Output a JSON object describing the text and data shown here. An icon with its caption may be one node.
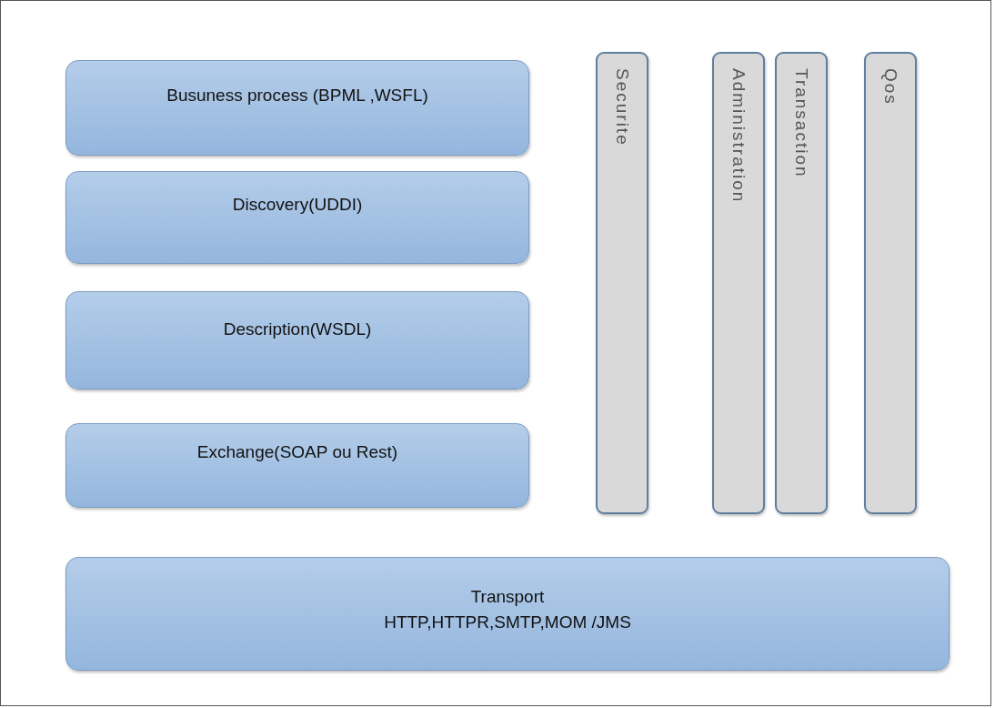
{
  "diagram": {
    "nodes": [
      {
        "text": [
          "Busuness process (BPML ,WSFL)"
        ]
      },
      {
        "text": [
          "Discovery(UDDI)"
        ]
      },
      {
        "text": [
          "Description(WSDL)"
        ]
      },
      {
        "text": [
          "Exchange(SOAP ou Rest)"
        ]
      },
      {
        "text": [
          "Securite"
        ]
      },
      {
        "text": [
          "Administration"
        ]
      },
      {
        "text": [
          "Transaction"
        ]
      },
      {
        "text": [
          "Qos"
        ]
      },
      {
        "text": [
          "Transport",
          "HTTP,HTTPR,SMTP,MOM /JMS"
        ]
      }
    ]
  }
}
